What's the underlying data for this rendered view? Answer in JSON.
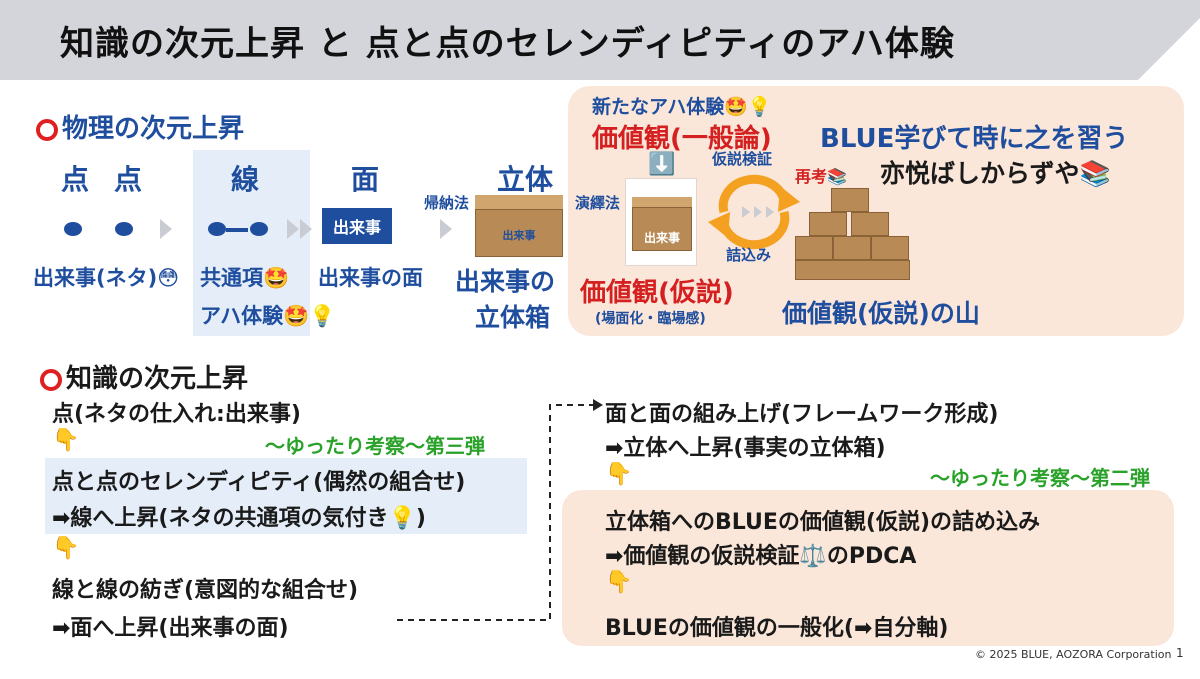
{
  "title": "知識の次元上昇 と 点と点のセレンディピティのアハ体験",
  "physics": {
    "heading": "物理の次元上昇",
    "stages": [
      "点",
      "点",
      "線",
      "面",
      "立体"
    ],
    "inductive_label": "帰納法",
    "deductive_label": "演繹法",
    "event_button": "出来事",
    "box_label": "出来事",
    "captions": {
      "dot_caption": "出来事(ネタ)😳",
      "line_caption_1": "共通項🤩",
      "line_caption_2": "アハ体験🤩💡",
      "face_caption": "出来事の面",
      "solid_caption_1": "出来事の",
      "solid_caption_2": "立体箱"
    }
  },
  "aha": {
    "new_aha": "新たなアハ体験🤩💡",
    "general_value": "価値観(一般論)",
    "hypothesis_verify": "仮説検証",
    "reconsider": "再考📚",
    "packing": "詰込み",
    "value_hypothesis": "価値観(仮説)",
    "situation": "(場面化・臨場感)",
    "value_mountain": "価値観(仮説)の山",
    "quote_1": "BLUE学びて時に之を習う",
    "quote_2": "亦悦ばしからずや📚",
    "down_arrow_icon": "⬇️"
  },
  "knowledge": {
    "heading": "知識の次元上昇",
    "step1": "点(ネタの仕入れ:出来事)",
    "series3": "～ゆったり考察～第三弾",
    "step2_1": "点と点のセレンディピティ(偶然の組合せ)",
    "step2_2": "➡線へ上昇(ネタの共通項の気付き💡)",
    "step3_1": "線と線の紡ぎ(意図的な組合せ)",
    "step3_2": "➡面へ上昇(出来事の面)",
    "right_1": "面と面の組み上げ(フレームワーク形成)",
    "right_2": "➡立体へ上昇(事実の立体箱)",
    "series2": "～ゆったり考察～第二弾",
    "right_3": "立体箱へのBLUEの価値観(仮説)の詰め込み",
    "right_4": "➡価値観の仮説検証⚖️のPDCA",
    "right_5": "BLUEの価値観の一般化(➡自分軸)",
    "hand_icon": "👇"
  },
  "footer": {
    "copyright": "© 2025 BLUE, AOZORA Corporation",
    "page": "1"
  },
  "colors": {
    "accent_blue": "#1f4e9e",
    "accent_red": "#d42020",
    "accent_green": "#2aa22a",
    "peach": "#fbe7d9",
    "light_blue": "#e4edf8",
    "title_grey": "#d3d5da"
  }
}
